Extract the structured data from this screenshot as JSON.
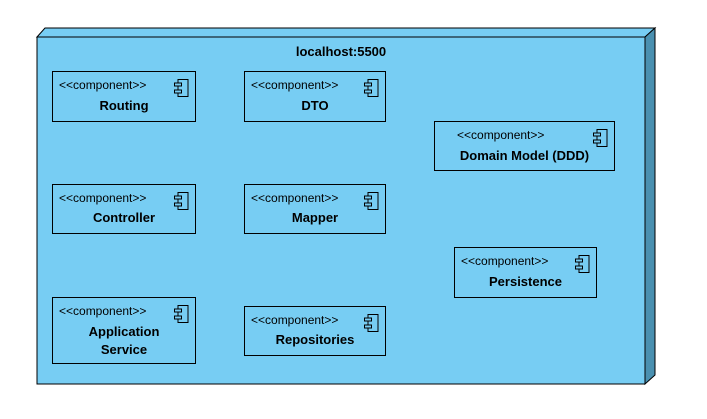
{
  "node": {
    "title": "localhost:5500",
    "fill": "#77cdf3",
    "side_fill": "#4a90b0"
  },
  "stereotype": "<<component>>",
  "components": [
    {
      "id": "routing",
      "name": "Routing"
    },
    {
      "id": "dto",
      "name": "DTO"
    },
    {
      "id": "domain-model",
      "name": "Domain Model (DDD)"
    },
    {
      "id": "controller",
      "name": "Controller"
    },
    {
      "id": "mapper",
      "name": "Mapper"
    },
    {
      "id": "persistence",
      "name": "Persistence"
    },
    {
      "id": "application-service",
      "name": "Application\nService"
    },
    {
      "id": "repositories",
      "name": "Repositories"
    }
  ]
}
